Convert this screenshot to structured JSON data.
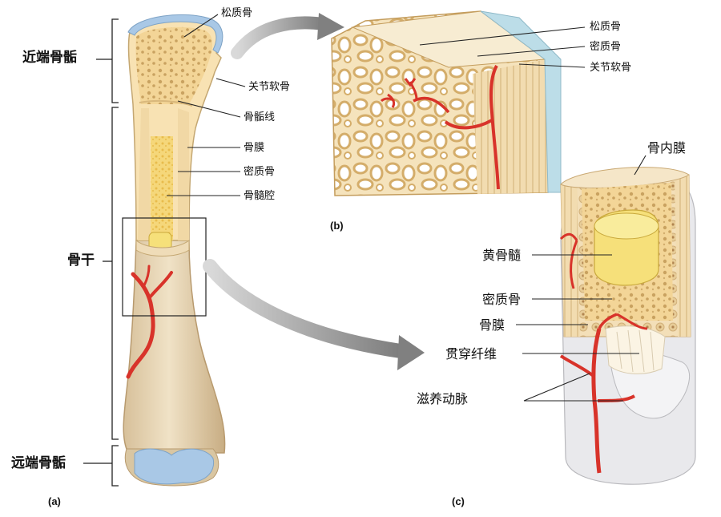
{
  "labels": {
    "proximal_epiphysis": "近端骨骺",
    "diaphysis": "骨干",
    "distal_epiphysis": "远端骨骺",
    "a_spongy_bone": "松质骨",
    "a_articular_cartilage": "关节软骨",
    "a_epiphyseal_line": "骨骺线",
    "a_periosteum": "骨膜",
    "a_compact_bone": "密质骨",
    "a_medullary_cavity": "骨髓腔",
    "b_spongy_bone": "松质骨",
    "b_compact_bone": "密质骨",
    "b_articular_cartilage": "关节软骨",
    "c_endosteum": "骨内膜",
    "c_yellow_marrow": "黄骨髓",
    "c_compact_bone": "密质骨",
    "c_periosteum": "骨膜",
    "c_perforating_fibers": "贯穿纤维",
    "c_nutrient_arteries": "滋养动脉"
  },
  "panels": {
    "a": "(a)",
    "b": "(b)",
    "c": "(c)"
  },
  "colors": {
    "bone_shaft": "#e6d4b4",
    "cartilage": "#a9c8e6",
    "spongy": "#f0cf8e",
    "marrow": "#f3dd6a",
    "artery": "#d8332a",
    "arrow": "#8e8e8e"
  }
}
